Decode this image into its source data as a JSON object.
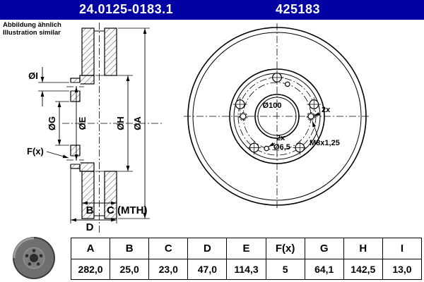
{
  "header": {
    "part_number": "24.0125-0183.1",
    "ref_number": "425183",
    "bar_color": "#0000A3"
  },
  "note": {
    "line1": "Abbildung ähnlich",
    "line2": "Illustration similar"
  },
  "drawing": {
    "section": {
      "dia_i": "ØI",
      "dia_g": "ØG",
      "dia_e": "ØE",
      "dia_h": "ØH",
      "dia_a": "ØA",
      "f_x": "F(x)",
      "b_label": "B",
      "c_label": "C (MTH)",
      "d_label": "D"
    },
    "front": {
      "dia_100": "Ø100",
      "m8_count": "2x",
      "m8_thread": "M8x1,25",
      "pin_count": "2x",
      "pin_dia": "Ø6,5"
    }
  },
  "table": {
    "headers": [
      "A",
      "B",
      "C",
      "D",
      "E",
      "F(x)",
      "G",
      "H",
      "I"
    ],
    "values": [
      "282,0",
      "25,0",
      "23,0",
      "47,0",
      "114,3",
      "5",
      "64,1",
      "142,5",
      "13,0"
    ]
  }
}
